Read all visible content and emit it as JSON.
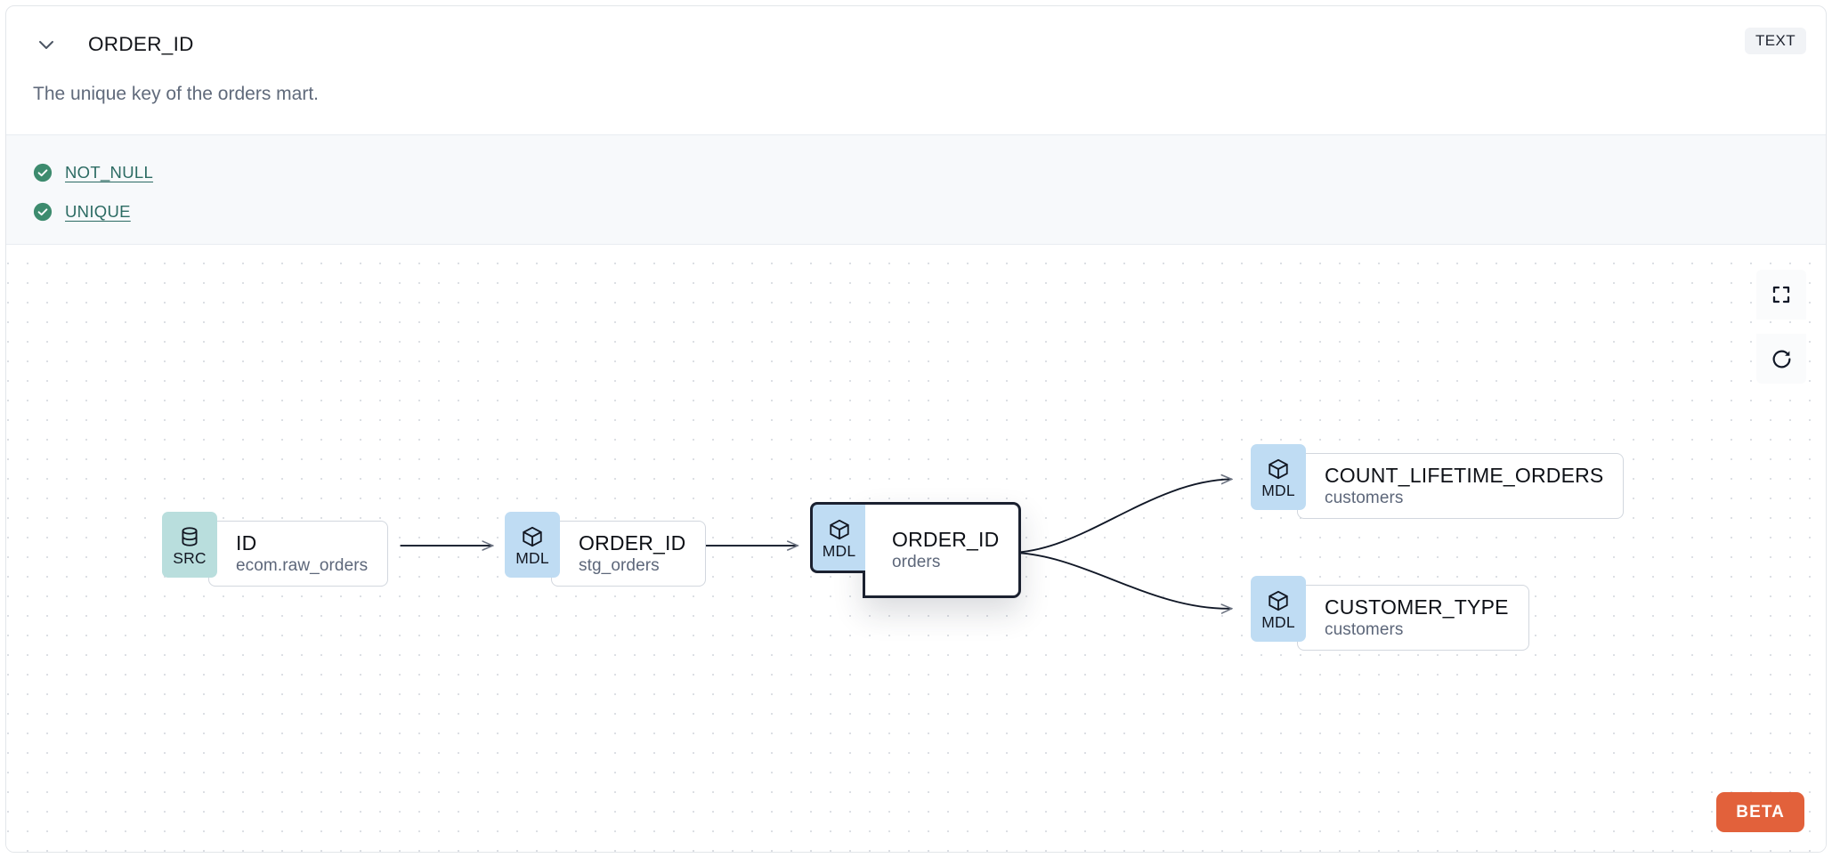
{
  "header": {
    "collapse_icon": "chevron-down-icon",
    "title": "ORDER_ID",
    "type_badge": "TEXT"
  },
  "description": {
    "text": "The unique key of the orders mart."
  },
  "tests": {
    "items": [
      {
        "status_icon": "check-circle-icon",
        "label": "NOT_NULL"
      },
      {
        "status_icon": "check-circle-icon",
        "label": "UNIQUE"
      }
    ]
  },
  "canvas": {
    "controls": [
      {
        "name": "fit-view-button",
        "icon": "expand-icon"
      },
      {
        "name": "reset-button",
        "icon": "refresh-icon"
      }
    ],
    "beta_badge": "BETA",
    "nodes": [
      {
        "kind": "SRC",
        "kind_icon": "database-icon",
        "name": "ID",
        "sub": "ecom.raw_orders",
        "selected": false
      },
      {
        "kind": "MDL",
        "kind_icon": "cube-icon",
        "name": "ORDER_ID",
        "sub": "stg_orders",
        "selected": false
      },
      {
        "kind": "MDL",
        "kind_icon": "cube-icon",
        "name": "ORDER_ID",
        "sub": "orders",
        "selected": true
      },
      {
        "kind": "MDL",
        "kind_icon": "cube-icon",
        "name": "COUNT_LIFETIME_ORDERS",
        "sub": "customers",
        "selected": false
      },
      {
        "kind": "MDL",
        "kind_icon": "cube-icon",
        "name": "CUSTOMER_TYPE",
        "sub": "customers",
        "selected": false
      }
    ]
  },
  "colors": {
    "src_chip": "#b9dedd",
    "mdl_chip": "#bfdcf3",
    "test_link": "#2c6b63",
    "check_circle": "#3d8b6e",
    "beta": "#e2613b",
    "selected_border": "#1b2130"
  }
}
